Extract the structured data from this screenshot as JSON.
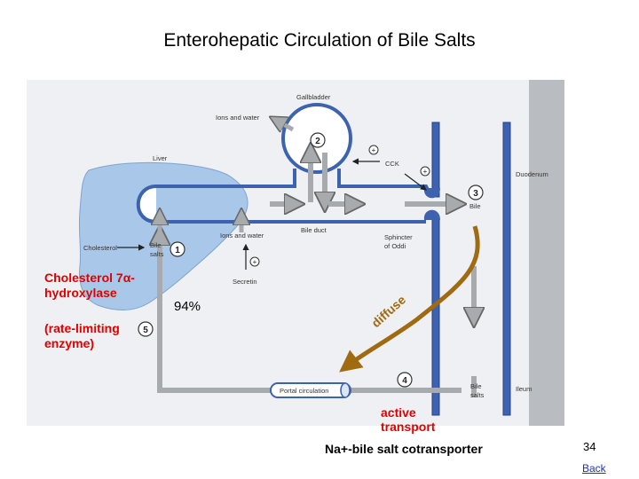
{
  "title": "Enterohepatic Circulation of Bile Salts",
  "figure": {
    "gallbladder": "Gallbladder",
    "ions_water_top": "Ions and water",
    "liver": "Liver",
    "cholesterol": "Cholesterol",
    "bile_salts_liver": "Bile\nsalts",
    "ions_water_mid": "Ions and water",
    "bile_duct": "Bile duct",
    "secretin": "Secretin",
    "cck": "CCK",
    "duodenum": "Duodenum",
    "bile": "Bile",
    "sphincter": "Sphincter\nof Oddi",
    "portal": "Portal circulation",
    "bile_salts_ileum": "Bile\nsalts",
    "ileum": "Ileum",
    "step1": "1",
    "step2": "2",
    "step3": "3",
    "step4": "4",
    "step5": "5",
    "plus": "+",
    "diffuse": "diffuse"
  },
  "annotations": {
    "enzyme_name": "Cholesterol 7α-hydroxylase",
    "enzyme_note": "(rate-limiting enzyme)",
    "percent": "94%",
    "active_transport": "active transport",
    "cotransporter": "Na+-bile salt cotransporter"
  },
  "footer": {
    "slide_number": "34",
    "back_link": "Back"
  },
  "colors": {
    "liver": "#a9c7e8",
    "duct": "#3c62b0",
    "arrow": "#a8abad",
    "diffuse": "#a06a10",
    "red_text": "#e00000"
  }
}
